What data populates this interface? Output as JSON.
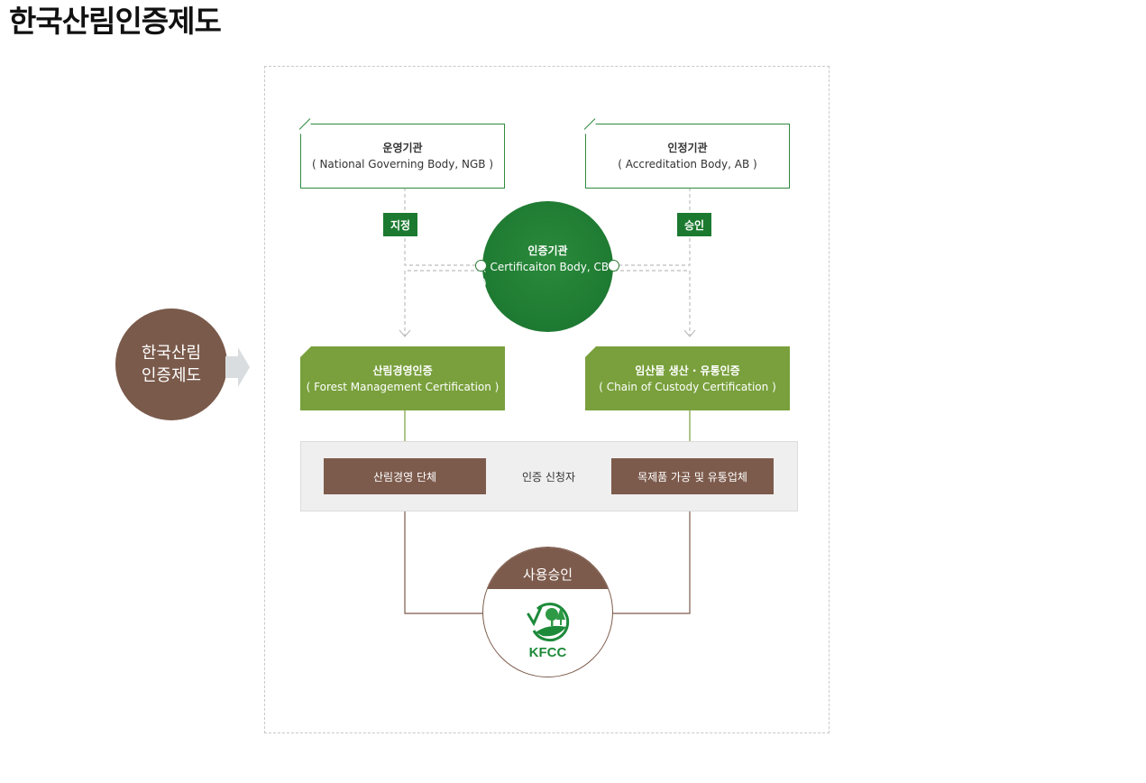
{
  "page": {
    "title": "한국산림인증제도"
  },
  "side": {
    "line1": "한국산림",
    "line2": "인증제도"
  },
  "ngb": {
    "title": "운영기관",
    "subtitle": "( National Governing Body, NGB )"
  },
  "ab": {
    "title": "인정기관",
    "subtitle": "( Accreditation Body, AB )"
  },
  "tags": {
    "designate": "지정",
    "approve": "승인"
  },
  "cb": {
    "title": "인증기관",
    "subtitle": "( Certificaiton Body, CB )"
  },
  "fm": {
    "title": "산림경영인증",
    "subtitle": "( Forest Management Certification )"
  },
  "coc": {
    "title": "임산물 생산 · 유통인증",
    "subtitle": "( Chain of Custody Certification )"
  },
  "applicants": {
    "left": "산림경영 단체",
    "center": "인증 신청자",
    "right": "목제품 가공 및 유통업체"
  },
  "use_approval": {
    "title": "사용승인",
    "logo_text": "KFCC"
  },
  "colors": {
    "dark_green": "#1c7a30",
    "light_green": "#79a03c",
    "brown": "#7d5b4c"
  }
}
